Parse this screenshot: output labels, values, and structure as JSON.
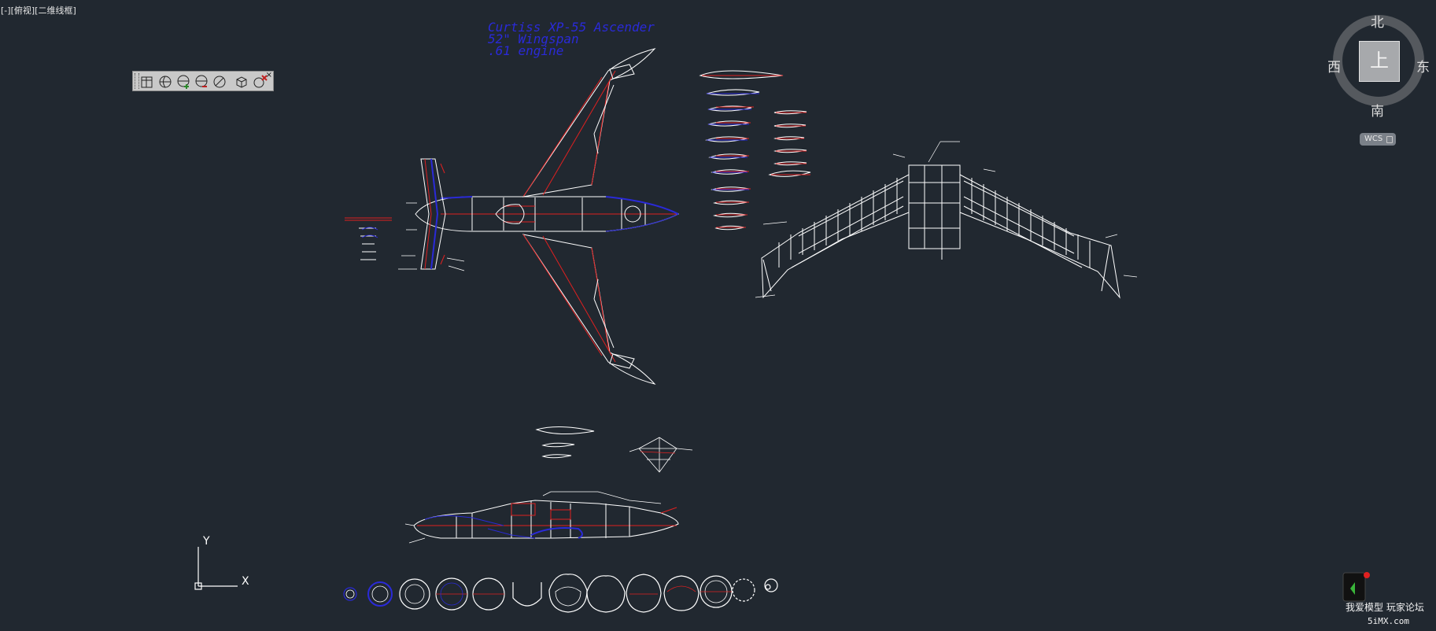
{
  "viewport": {
    "label": "[-][俯视][二维线框]",
    "parts": [
      "[-]",
      "[俯视]",
      "[二维线框]"
    ]
  },
  "title_block": {
    "line1": "Curtiss XP-55 Ascender",
    "line2": "52\" Wingspan",
    "line3": ".61 engine"
  },
  "toolbar": {
    "icons": [
      "view-cube-icon",
      "orbit-icon",
      "zoom-extents-icon",
      "add-view-icon",
      "remove-view-icon",
      "shade-icon",
      "iso-view-icon",
      "delete-view-icon"
    ],
    "close_glyph": "×"
  },
  "viewcube": {
    "north": "北",
    "south": "南",
    "east": "东",
    "west": "西",
    "top_face": "上",
    "wcs": "WCS"
  },
  "ucs": {
    "x_label": "X",
    "y_label": "Y"
  },
  "watermark": {
    "text": "我爱模型 玩家论坛",
    "url": "5iMX.com"
  },
  "colors": {
    "background": "#212830",
    "line_white": "#ffffff",
    "line_red": "#e02020",
    "line_blue": "#2a2ad8",
    "viewcube_ring": "#55595e"
  }
}
